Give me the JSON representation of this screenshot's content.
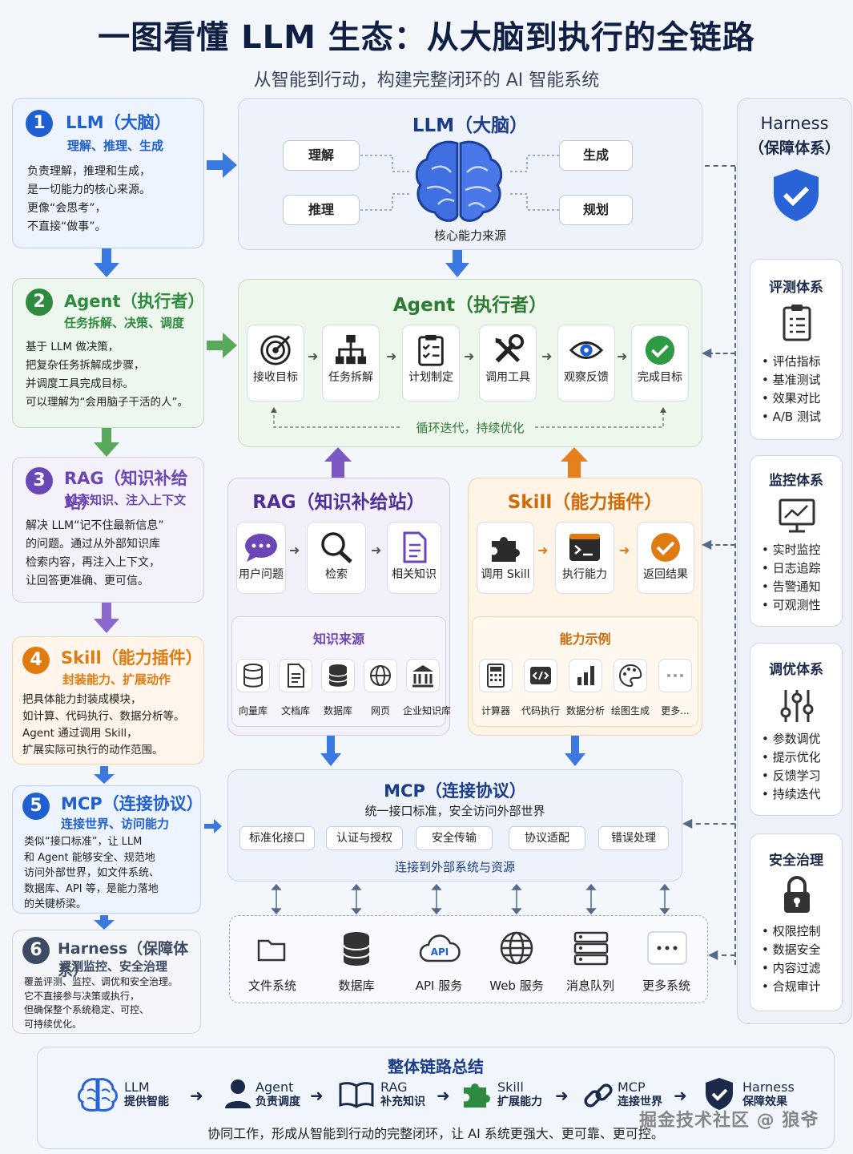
{
  "title": "一图看懂 LLM 生态：从大脑到执行的全链路",
  "subtitle": "从智能到行动，构建完整闭环的 AI 智能系统",
  "left_cards": [
    {
      "num": "1",
      "title": "LLM（大脑）",
      "sub": "理解、推理、生成",
      "desc": "负责理解，推理和生成，\n是一切能力的核心来源。\n更像“会思考”，\n不直接“做事”。",
      "color": "#1f5fd0"
    },
    {
      "num": "2",
      "title": "Agent（执行者）",
      "sub": "任务拆解、决策、调度",
      "desc": "基于 LLM 做决策，\n把复杂任务拆解成步骤，\n并调度工具完成目标。\n可以理解为“会用脑子干活的人”。",
      "color": "#2e8a3e"
    },
    {
      "num": "3",
      "title": "RAG（知识补给站）",
      "sub": "检索知识、注入上下文",
      "desc": "解决 LLM“记不住最新信息”\n的问题。通过从外部知识库\n检索内容，再注入上下文，\n让回答更准确、更可信。",
      "color": "#6b46b5"
    },
    {
      "num": "4",
      "title": "Skill（能力插件）",
      "sub": "封装能力、扩展动作",
      "desc": "把具体能力封装成模块，\n如计算、代码执行、数据分析等。\nAgent 通过调用 Skill，\n扩展实际可执行的动作范围。",
      "color": "#e07b12"
    },
    {
      "num": "5",
      "title": "MCP（连接协议）",
      "sub": "连接世界、访问能力",
      "desc": "类似“接口标准”，让 LLM\n和 Agent 能够安全、规范地\n访问外部世界，如文件系统、\n数据库、API 等，是能力落地\n的关键桥梁。",
      "color": "#1f5fd0"
    },
    {
      "num": "6",
      "title": "Harness（保障体系）",
      "sub": "评测监控、安全治理",
      "desc": "覆盖评测、监控、调优和安全治理。\n它不直接参与决策或执行，\n但确保整个系统稳定、可控、\n可持续优化。",
      "color": "#3c4a63"
    }
  ],
  "llm_panel": {
    "title": "LLM（大脑）",
    "pills": [
      "理解",
      "推理",
      "生成",
      "规划"
    ],
    "caption": "核心能力来源"
  },
  "agent_panel": {
    "title": "Agent（执行者）",
    "steps": [
      "接收目标",
      "任务拆解",
      "计划制定",
      "调用工具",
      "观察反馈",
      "完成目标"
    ],
    "loop": "循环迭代，持续优化"
  },
  "rag_panel": {
    "title": "RAG（知识补给站）",
    "steps": [
      "用户问题",
      "检索",
      "相关知识"
    ],
    "sources_title": "知识来源",
    "sources": [
      "向量库",
      "文档库",
      "数据库",
      "网页",
      "企业知识库"
    ]
  },
  "skill_panel": {
    "title": "Skill（能力插件）",
    "steps": [
      "调用 Skill",
      "执行能力",
      "返回结果"
    ],
    "examples_title": "能力示例",
    "examples": [
      "计算器",
      "代码执行",
      "数据分析",
      "绘图生成",
      "更多..."
    ]
  },
  "mcp_panel": {
    "title": "MCP（连接协议）",
    "sub": "统一接口标准，安全访问外部世界",
    "buttons": [
      "标准化接口",
      "认证与授权",
      "安全传输",
      "协议适配",
      "错误处理"
    ],
    "caption": "连接到外部系统与资源"
  },
  "systems": [
    "文件系统",
    "数据库",
    "API 服务",
    "Web 服务",
    "消息队列",
    "更多系统"
  ],
  "api_icon_text": "API",
  "harness": {
    "title_line1": "Harness",
    "title_line2": "（保障体系）",
    "cards": [
      {
        "title": "评测体系",
        "items": "• 评估指标\n• 基准测试\n• 效果对比\n• A/B 测试"
      },
      {
        "title": "监控体系",
        "items": "• 实时监控\n• 日志追踪\n• 告警通知\n• 可观测性"
      },
      {
        "title": "调优体系",
        "items": "• 参数调优\n• 提示优化\n• 反馈学习\n• 持续迭代"
      },
      {
        "title": "安全治理",
        "items": "• 权限控制\n• 数据安全\n• 内容过滤\n• 合规审计"
      }
    ]
  },
  "summary": {
    "title": "整体链路总结",
    "items": [
      {
        "name": "LLM",
        "desc": "提供智能"
      },
      {
        "name": "Agent",
        "desc": "负责调度"
      },
      {
        "name": "RAG",
        "desc": "补充知识"
      },
      {
        "name": "Skill",
        "desc": "扩展能力"
      },
      {
        "name": "MCP",
        "desc": "连接世界"
      },
      {
        "name": "Harness",
        "desc": "保障效果"
      }
    ],
    "footer": "协同工作，形成从智能到行动的完整闭环，让 AI 系统更强大、更可靠、更可控。",
    "watermark": "掘金技术社区 @ 狼爷"
  },
  "colors": {
    "blue": "#1f5fd0",
    "green": "#2e8a3e",
    "purple": "#6b46b5",
    "orange": "#e07b12",
    "dark": "#3c4a63"
  }
}
